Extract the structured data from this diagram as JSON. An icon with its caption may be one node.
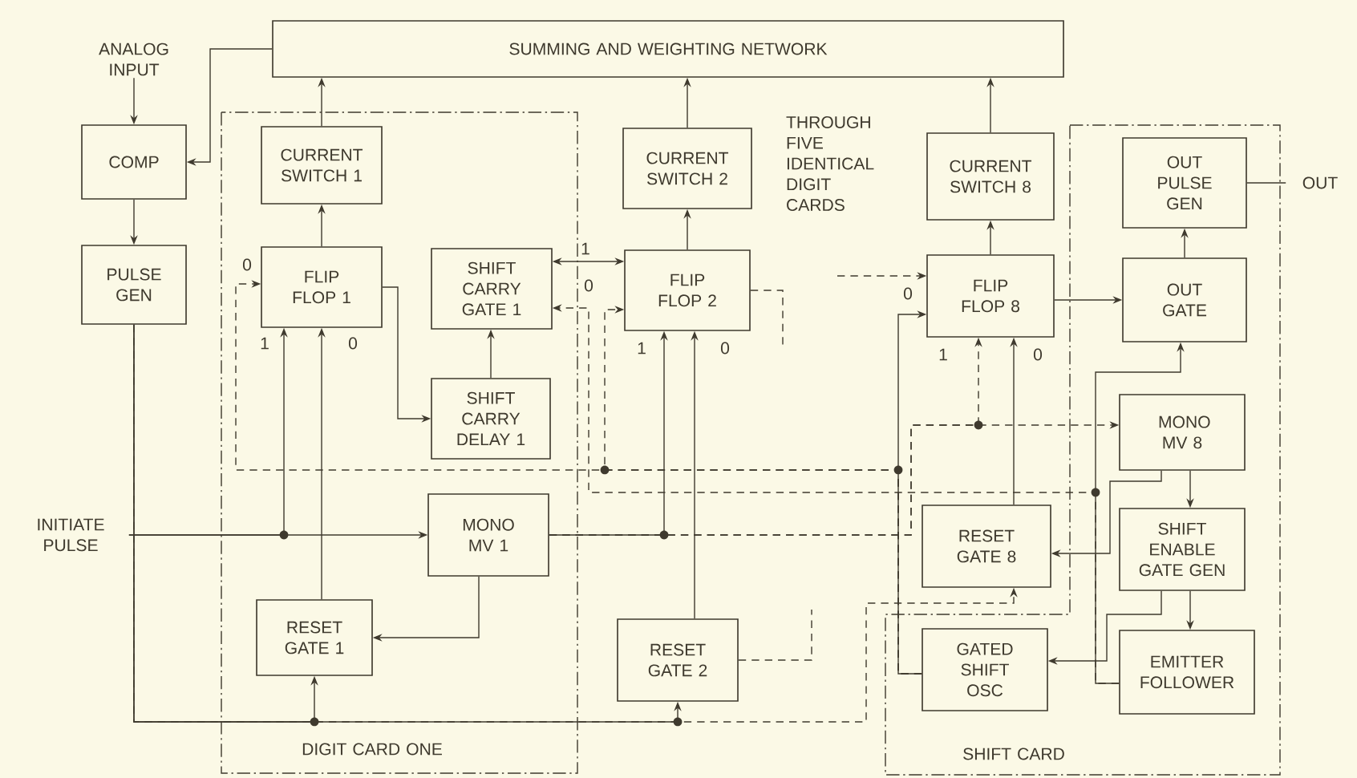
{
  "diagram": {
    "nodes": [
      {
        "text": [
          "ANALOG INPUT"
        ]
      },
      {
        "text": [
          "SUMMING AND WEIGHTING NETWORK"
        ]
      },
      {
        "text": [
          "COMP"
        ]
      },
      {
        "text": [
          "PULSE GEN"
        ]
      },
      {
        "text": [
          "DIGIT CARD ONE"
        ]
      },
      {
        "text": [
          "CURRENT SWITCH 1"
        ],
        "in": 4
      },
      {
        "text": [
          "FLIP FLOP 1"
        ],
        "in": 4
      },
      {
        "text": [
          "SHIFT CARRY GATE 1"
        ],
        "in": 4
      },
      {
        "text": [
          "SHIFT CARRY DELAY 1"
        ],
        "in": 4
      },
      {
        "text": [
          "MONO MV 1"
        ],
        "in": 4
      },
      {
        "text": [
          "RESET GATE 1"
        ],
        "in": 4
      },
      {
        "text": [
          "CURRENT SWITCH 2"
        ]
      },
      {
        "text": [
          "FLIP FLOP 2"
        ]
      },
      {
        "text": [
          "RESET GATE 2"
        ]
      },
      {
        "text": [
          "CURRENT SWITCH 8"
        ]
      },
      {
        "text": [
          "FLIP FLOP 8"
        ]
      },
      {
        "text": [
          "RESET GATE 8"
        ]
      },
      {
        "text": [
          "SHIFT CARD"
        ]
      },
      {
        "text": [
          "OUT PULSE GEN"
        ],
        "in": 17
      },
      {
        "text": [
          "OUT GATE"
        ],
        "in": 17
      },
      {
        "text": [
          "MONO MV 8"
        ],
        "in": 17
      },
      {
        "text": [
          "SHIFT ENABLE GATE GEN"
        ],
        "in": 17
      },
      {
        "text": [
          "GATED SHIFT OSC"
        ],
        "in": 17
      },
      {
        "text": [
          "EMITTER FOLLOWER"
        ],
        "in": 17
      },
      {
        "text": [
          "INITIATE PULSE"
        ]
      },
      {
        "text": [
          "OUT"
        ]
      }
    ],
    "edges": [
      {
        "from": 0,
        "to": 2,
        "arrow": "to"
      },
      {
        "from": 1,
        "to": 2,
        "arrow": "to"
      },
      {
        "from": 2,
        "to": 3,
        "arrow": "to"
      },
      {
        "from": 5,
        "to": 1,
        "arrow": "to"
      },
      {
        "from": 6,
        "to": 5,
        "arrow": "to"
      },
      {
        "from": 11,
        "to": 1,
        "arrow": "to"
      },
      {
        "from": 12,
        "to": 11,
        "arrow": "to"
      },
      {
        "from": 14,
        "to": 1,
        "arrow": "to"
      },
      {
        "from": 15,
        "to": 14,
        "arrow": "to"
      },
      {
        "from": 18,
        "to": 25,
        "arrow": "none"
      },
      {
        "from": 19,
        "to": 18,
        "arrow": "to"
      },
      {
        "from": 15,
        "to": 19,
        "arrow": "to"
      },
      {
        "from": 24,
        "to": 9,
        "arrow": "to"
      },
      {
        "from": 24,
        "to": 6,
        "arrow": "to"
      },
      {
        "from": 9,
        "to": 10,
        "arrow": "to"
      },
      {
        "from": 3,
        "to": 10,
        "arrow": "to"
      },
      {
        "from": 10,
        "to": 6,
        "arrow": "to"
      },
      {
        "from": 8,
        "to": 7,
        "arrow": "to"
      },
      {
        "from": 6,
        "to": 8,
        "arrow": "to"
      },
      {
        "from": 7,
        "to": 12,
        "arrow": "both"
      },
      {
        "from": 9,
        "to": 12,
        "arrow": "to"
      },
      {
        "from": 13,
        "to": 12,
        "arrow": "to"
      },
      {
        "from": 9,
        "to": 20,
        "arrow": "to",
        "style": "dashed"
      },
      {
        "from": 9,
        "to": 15,
        "arrow": "to",
        "style": "dashed"
      },
      {
        "from": 16,
        "to": 15,
        "arrow": "to"
      },
      {
        "from": 20,
        "to": 21,
        "arrow": "to"
      },
      {
        "from": 21,
        "to": 23,
        "arrow": "to"
      },
      {
        "from": 21,
        "to": 22,
        "arrow": "to"
      },
      {
        "from": 20,
        "to": 16,
        "arrow": "to"
      },
      {
        "from": 22,
        "to": 15,
        "arrow": "to"
      },
      {
        "from": 22,
        "to": 12,
        "arrow": "to",
        "style": "dashed"
      },
      {
        "from": 22,
        "to": 6,
        "arrow": "to",
        "style": "dashed"
      },
      {
        "from": 23,
        "to": 19,
        "arrow": "to"
      },
      {
        "from": 23,
        "to": 7,
        "arrow": "to",
        "style": "dashed"
      },
      {
        "from": 3,
        "to": 13,
        "arrow": "to"
      },
      {
        "from": 3,
        "to": 16,
        "arrow": "to",
        "style": "dashed"
      },
      {
        "from": 12,
        "to": null,
        "arrow": "none",
        "style": "dashed"
      },
      {
        "from": 13,
        "to": null,
        "arrow": "none",
        "style": "dashed"
      },
      {
        "from": null,
        "to": 15,
        "arrow": "to",
        "style": "dashed"
      }
    ],
    "labels": [
      "THROUGH FIVE IDENTICAL DIGIT CARDS",
      "0",
      "1",
      "0",
      "0",
      "1",
      "0",
      "1",
      "0",
      "1",
      "0"
    ]
  }
}
